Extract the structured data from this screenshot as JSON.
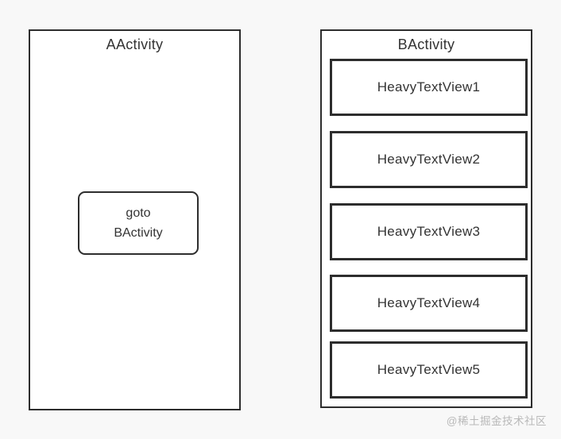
{
  "diagram": {
    "colors": {
      "background": "#f8f8f8",
      "panel_background": "#ffffff",
      "border": "#2d2d2d",
      "text": "#333333",
      "watermark_text": "#b9b9b9"
    },
    "left_panel": {
      "title": "AActivity",
      "button_label": "goto\nBActivity"
    },
    "right_panel": {
      "title": "BActivity",
      "items": [
        "HeavyTextView1",
        "HeavyTextView2",
        "HeavyTextView3",
        "HeavyTextView4",
        "HeavyTextView5"
      ]
    },
    "watermark": "@稀土掘金技术社区"
  }
}
